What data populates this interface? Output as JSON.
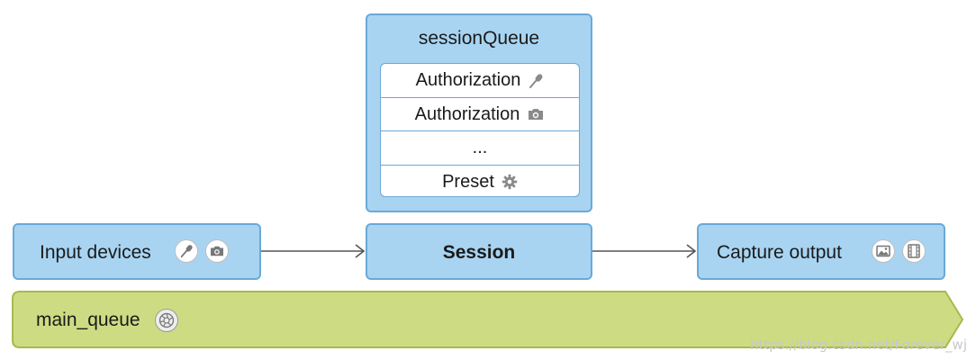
{
  "session_queue": {
    "title": "sessionQueue",
    "tasks": [
      {
        "label": "Authorization",
        "icon": "microphone-icon"
      },
      {
        "label": "Authorization",
        "icon": "camera-icon"
      },
      {
        "label": "...",
        "icon": ""
      },
      {
        "label": "Preset",
        "icon": "gear-icon"
      }
    ]
  },
  "input_devices": {
    "label": "Input devices",
    "icons": [
      "microphone-icon",
      "camera-icon"
    ]
  },
  "session": {
    "label": "Session"
  },
  "capture_output": {
    "label": "Capture output",
    "icons": [
      "photo-icon",
      "film-icon"
    ]
  },
  "main_queue": {
    "label": "main_queue",
    "icon": "aperture-icon"
  },
  "watermark": "https://blog.csdn.net/Forever_wj",
  "colors": {
    "box_fill": "#a8d4f2",
    "box_border": "#6aa9d8",
    "main_queue_fill": "#cddc82",
    "main_queue_border": "#a3bb4e",
    "arrow": "#555555"
  }
}
